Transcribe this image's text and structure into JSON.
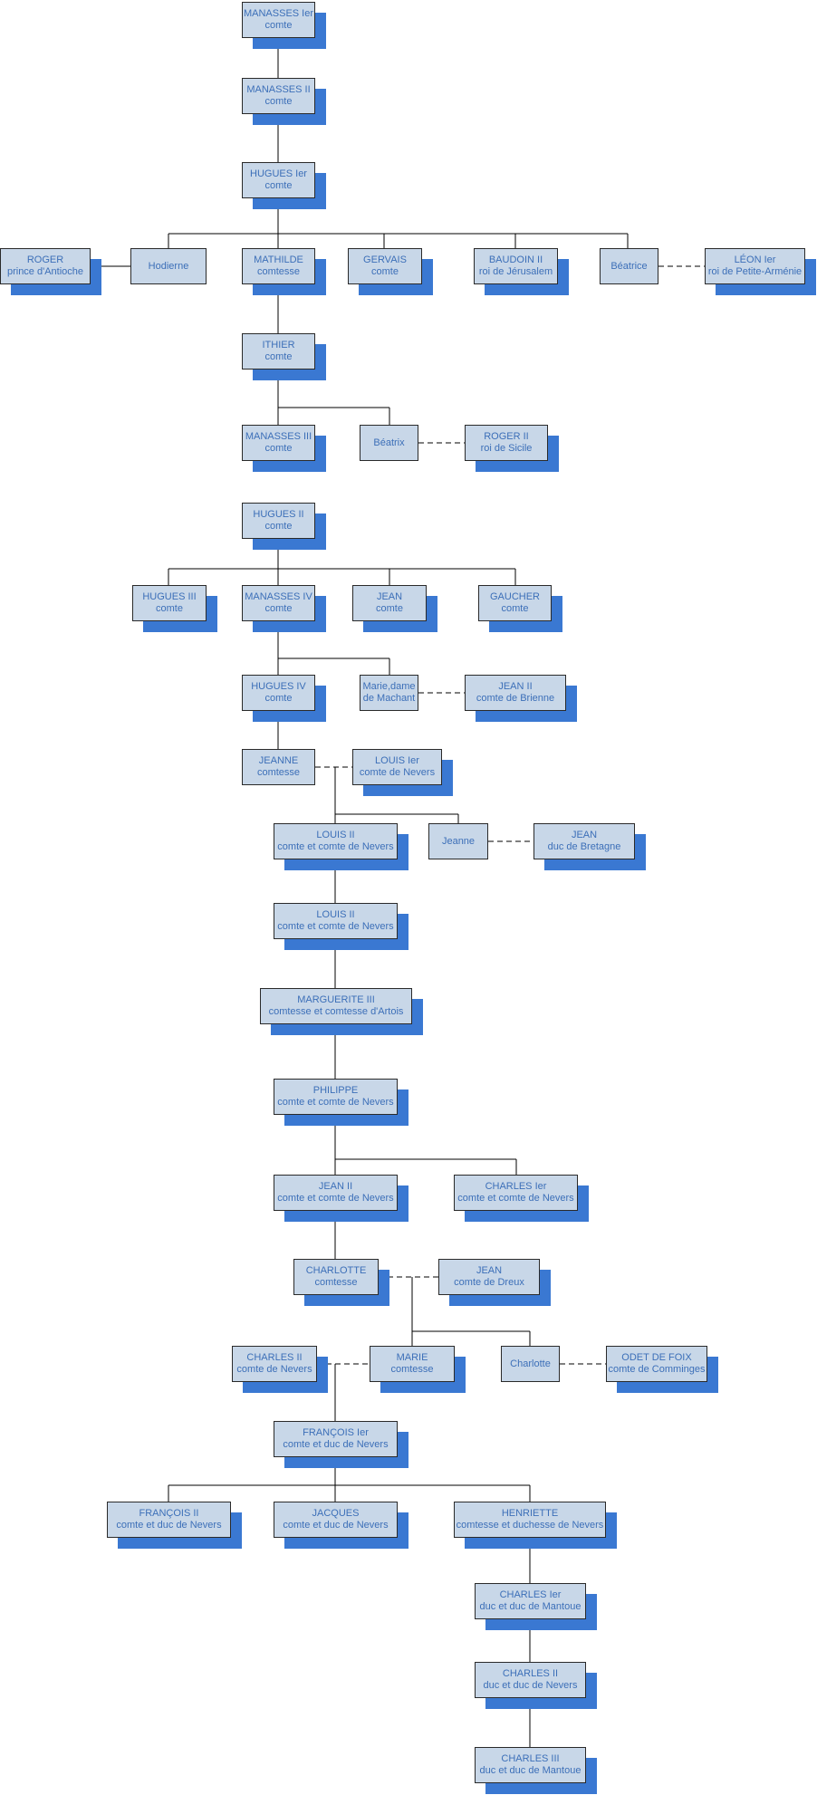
{
  "nodes": {
    "manasses1": {
      "l1": "MANASSES Ier",
      "l2": "comte"
    },
    "manasses2": {
      "l1": "MANASSES II",
      "l2": "comte"
    },
    "hugues1": {
      "l1": "HUGUES Ier",
      "l2": "comte"
    },
    "roger": {
      "l1": "ROGER",
      "l2": "prince d'Antioche"
    },
    "hodierne": {
      "l1": "Hodierne",
      "l2": ""
    },
    "mathilde": {
      "l1": "MATHILDE",
      "l2": "comtesse"
    },
    "gervais": {
      "l1": "GERVAIS",
      "l2": "comte"
    },
    "baudoin2": {
      "l1": "BAUDOIN II",
      "l2": "roi de Jérusalem"
    },
    "beatrice": {
      "l1": "Béatrice",
      "l2": ""
    },
    "leon1": {
      "l1": "LÉON Ier",
      "l2": "roi de Petite-Arménie"
    },
    "ithier": {
      "l1": "ITHIER",
      "l2": "comte"
    },
    "manasses3": {
      "l1": "MANASSES III",
      "l2": "comte"
    },
    "beatrix": {
      "l1": "Béatrix",
      "l2": ""
    },
    "roger2": {
      "l1": "ROGER II",
      "l2": "roi de Sicile"
    },
    "hugues2": {
      "l1": "HUGUES II",
      "l2": "comte"
    },
    "hugues3": {
      "l1": "HUGUES III",
      "l2": "comte"
    },
    "manasses4": {
      "l1": "MANASSES IV",
      "l2": "comte"
    },
    "jean": {
      "l1": "JEAN",
      "l2": "comte"
    },
    "gaucher": {
      "l1": "GAUCHER",
      "l2": "comte"
    },
    "hugues4": {
      "l1": "HUGUES IV",
      "l2": "comte"
    },
    "marie_machant": {
      "l1": "Marie,dame",
      "l2": "de Machant"
    },
    "jean2_brienne": {
      "l1": "JEAN II",
      "l2": "comte de Brienne"
    },
    "jeanne_comtesse": {
      "l1": "JEANNE",
      "l2": "comtesse"
    },
    "louis1": {
      "l1": "LOUIS Ier",
      "l2": "comte de Nevers"
    },
    "louis2a": {
      "l1": "LOUIS II",
      "l2": "comte et comte de Nevers"
    },
    "jeanne": {
      "l1": "Jeanne",
      "l2": ""
    },
    "jean_bretagne": {
      "l1": "JEAN",
      "l2": "duc de Bretagne"
    },
    "louis2b": {
      "l1": "LOUIS II",
      "l2": "comte et comte de Nevers"
    },
    "marguerite3": {
      "l1": "MARGUERITE III",
      "l2": "comtesse et comtesse d'Artois"
    },
    "philippe": {
      "l1": "PHILIPPE",
      "l2": "comte et comte de Nevers"
    },
    "jean2": {
      "l1": "JEAN II",
      "l2": "comte et comte de Nevers"
    },
    "charles1": {
      "l1": "CHARLES Ier",
      "l2": "comte et comte de Nevers"
    },
    "charlotte_comtesse": {
      "l1": "CHARLOTTE",
      "l2": "comtesse"
    },
    "jean_dreux": {
      "l1": "JEAN",
      "l2": "comte de Dreux"
    },
    "charles2_nevers": {
      "l1": "CHARLES II",
      "l2": "comte de Nevers"
    },
    "marie": {
      "l1": "MARIE",
      "l2": "comtesse"
    },
    "charlotte": {
      "l1": "Charlotte",
      "l2": ""
    },
    "odet": {
      "l1": "ODET DE FOIX",
      "l2": "comte de Comminges"
    },
    "francois1": {
      "l1": "FRANÇOIS Ier",
      "l2": "comte et duc de Nevers"
    },
    "francois2": {
      "l1": "FRANÇOIS II",
      "l2": "comte et duc de Nevers"
    },
    "jacques": {
      "l1": "JACQUES",
      "l2": "comte et duc de Nevers"
    },
    "henriette": {
      "l1": "HENRIETTE",
      "l2": "comtesse et duchesse de Nevers"
    },
    "charles1_mantoue": {
      "l1": "CHARLES Ier",
      "l2": "duc et duc de Mantoue"
    },
    "charles2_duc": {
      "l1": "CHARLES II",
      "l2": "duc et duc de Nevers"
    },
    "charles3_mantoue": {
      "l1": "CHARLES III",
      "l2": "duc et duc de Mantoue"
    }
  },
  "colors": {
    "box": "#c8d7e8",
    "shadow": "#3a78d2",
    "text": "#3c6fb8",
    "line": "#000000"
  }
}
